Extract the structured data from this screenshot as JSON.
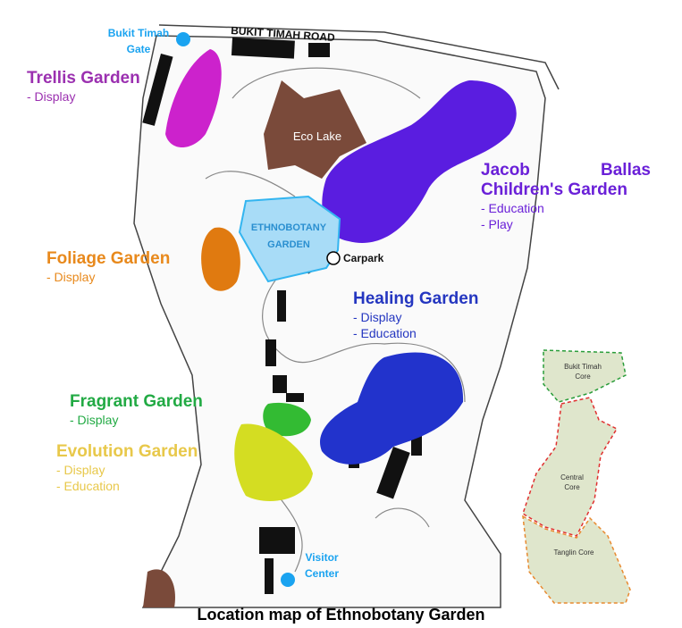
{
  "map": {
    "road_label": "BUKIT TIMAH ROAD",
    "gate_label": [
      "Bukit Timah",
      "Gate"
    ],
    "eco_lake_label": "Eco Lake",
    "ethnobotany_label": [
      "ETHNOBOTANY",
      "GARDEN"
    ],
    "carpark_label": "Carpark",
    "visitor_center_label": [
      "Visitor",
      "Center"
    ]
  },
  "gardens": [
    {
      "name": "Trellis Garden",
      "details": [
        "- Display"
      ],
      "color": "#cc22cc",
      "label_color": "#9b30b0"
    },
    {
      "name": "Jacob Ballas",
      "name2": "Children's Garden",
      "details": [
        "- Education",
        "- Play"
      ],
      "color": "#5a1de0",
      "label_color": "#6a20d8"
    },
    {
      "name": "Foliage Garden",
      "details": [
        "- Display"
      ],
      "color": "#e07a10",
      "label_color": "#e8891c"
    },
    {
      "name": "Healing Garden",
      "details": [
        "- Display",
        "- Education"
      ],
      "color": "#2233cc",
      "label_color": "#2436c0"
    },
    {
      "name": "Fragrant Garden",
      "details": [
        "- Display"
      ],
      "color": "#33bb33",
      "label_color": "#22aa44"
    },
    {
      "name": "Evolution Garden",
      "details": [
        "- Display",
        "- Education"
      ],
      "color": "#d4dd22",
      "label_color": "#e8c84a"
    }
  ],
  "inset": {
    "cores": [
      "Bukit Timah",
      "Core",
      "Central",
      "Core",
      "Tanglin Core"
    ]
  },
  "caption": "Location map of Ethnobotany Garden"
}
